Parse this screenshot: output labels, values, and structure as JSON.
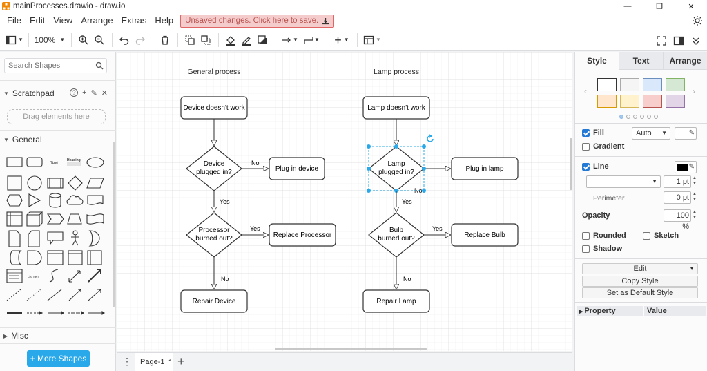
{
  "window": {
    "title": "mainProcesses.drawio - draw.io"
  },
  "menu": {
    "items": [
      "File",
      "Edit",
      "View",
      "Arrange",
      "Extras",
      "Help"
    ],
    "unsaved": "Unsaved changes. Click here to save."
  },
  "toolbar": {
    "zoom": "100%"
  },
  "left": {
    "search_placeholder": "Search Shapes",
    "scratchpad": "Scratchpad",
    "scratch_help": "?",
    "drag_hint": "Drag elements here",
    "general": "General",
    "misc": "Misc",
    "more_shapes": "+ More Shapes",
    "shape_text": "Text",
    "shape_heading": "Heading",
    "shape_listitem": "List Item"
  },
  "diagram": {
    "general_title": "General process",
    "lamp_title": "Lamp process",
    "g_start": "Device doesn't work",
    "g_d1a": "Device",
    "g_d1b": "plugged in?",
    "g_a1": "Plug in device",
    "g_d2a": "Processor",
    "g_d2b": "burned out?",
    "g_a2": "Replace Processor",
    "g_end": "Repair Device",
    "l_start": "Lamp doesn't work",
    "l_d1a": "Lamp",
    "l_d1b": "plugged in?",
    "l_a1": "Plug in lamp",
    "l_d2a": "Bulb",
    "l_d2b": "burned out?",
    "l_a2": "Replace Bulb",
    "l_end": "Repair Lamp",
    "no": "No",
    "yes": "Yes"
  },
  "pages": {
    "tab": "Page-1"
  },
  "format": {
    "tabs": [
      "Style",
      "Text",
      "Arrange"
    ],
    "fill": "Fill",
    "fill_value": "Auto",
    "gradient": "Gradient",
    "line": "Line",
    "line_width": "1 pt",
    "perimeter": "Perimeter",
    "perimeter_value": "0 pt",
    "opacity": "Opacity",
    "opacity_value": "100 %",
    "rounded": "Rounded",
    "sketch": "Sketch",
    "shadow": "Shadow",
    "edit": "Edit",
    "copy_style": "Copy Style",
    "set_default": "Set as Default Style",
    "property": "Property",
    "value": "Value",
    "swatches": [
      "#ffffff",
      "#f5f5f5",
      "#dae8fc",
      "#d5e8d4",
      "#ffe6cc",
      "#fff2cc",
      "#f8cecc",
      "#e1d5e7"
    ]
  }
}
